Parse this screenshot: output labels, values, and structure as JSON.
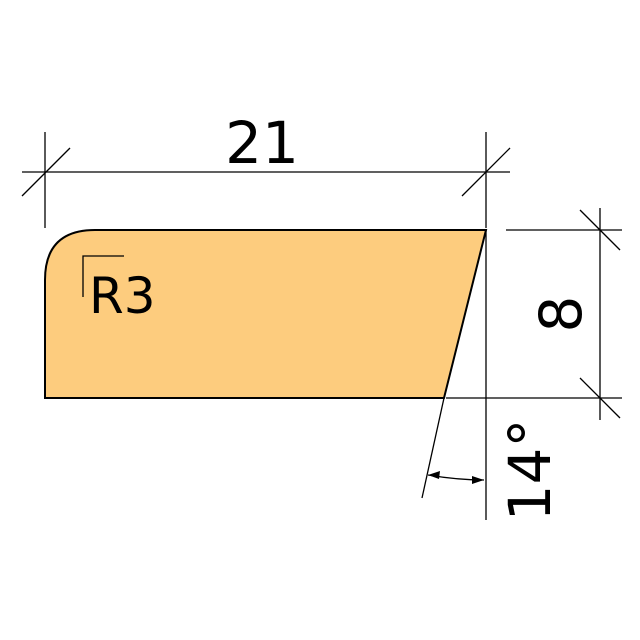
{
  "drawing": {
    "profile_color": "#FDCC7E",
    "line_color": "#000000",
    "dimensions": {
      "width_label": "21",
      "height_label": "8",
      "angle_label": "14°",
      "radius_label": "R3"
    }
  }
}
